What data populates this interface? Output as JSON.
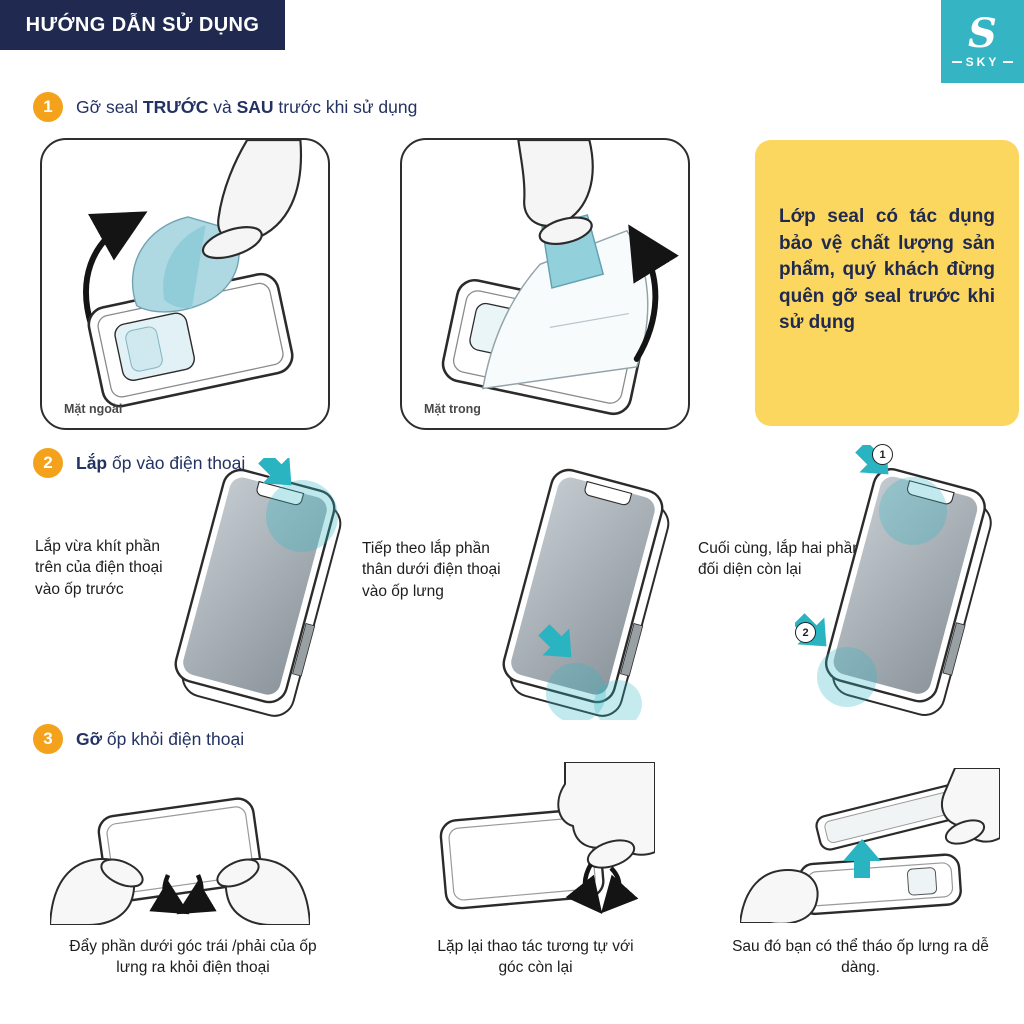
{
  "header": {
    "title": "HƯỚNG DẪN SỬ DỤNG"
  },
  "logo": {
    "letter": "S",
    "name": "SKY"
  },
  "colors": {
    "navy": "#20294f",
    "orange": "#f4a21c",
    "teal": "#2ab4c2",
    "yellow": "#fcd75f",
    "seal_teal": "#aed9e2"
  },
  "step1": {
    "number": "1",
    "title": {
      "pre": "Gỡ seal ",
      "bold1": "TRƯỚC",
      "mid": " và ",
      "bold2": "SAU",
      "post": " trước khi sử dụng"
    },
    "panels": [
      {
        "label": "Mặt ngoài"
      },
      {
        "label": "Mặt trong"
      }
    ],
    "note": "Lớp seal có tác dụng bảo vệ chất lượng sản phẩm, quý khách đừng quên gỡ seal trước khi sử dụng"
  },
  "step2": {
    "number": "2",
    "title": {
      "bold": "Lắp",
      "rest": " ốp vào điện thoại"
    },
    "captions": [
      "Lắp vừa khít phần trên của điện thoại vào ốp trước",
      "Tiếp theo lắp phần thân dưới điện thoại vào ốp lưng",
      "Cuối cùng, lắp hai phần đối diện còn lại"
    ],
    "markers": [
      "1",
      "2"
    ]
  },
  "step3": {
    "number": "3",
    "title": {
      "bold": "Gỡ",
      "rest": " ốp khỏi điện thoại"
    },
    "captions": [
      "Đẩy phần dưới góc trái /phải của ốp lưng ra khỏi điện thoại",
      "Lặp lại thao tác tương tự với góc còn lại",
      "Sau đó bạn có thể tháo ốp lưng ra dễ dàng."
    ]
  }
}
